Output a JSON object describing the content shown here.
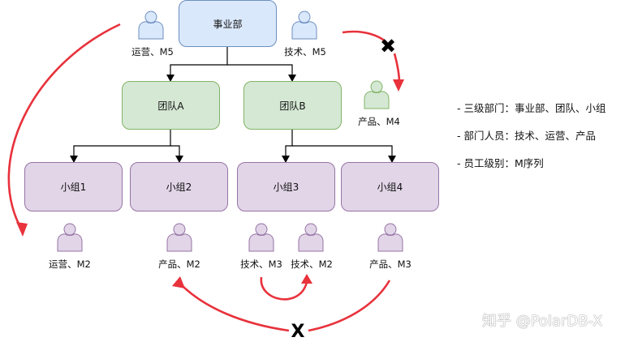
{
  "nodes": {
    "root": {
      "label": "事业部",
      "color": "#dae8fc"
    },
    "team_a": {
      "label": "团队A",
      "color": "#d5e8d4"
    },
    "team_b": {
      "label": "团队B",
      "color": "#d5e8d4"
    },
    "group_1": {
      "label": "小组1",
      "color": "#e1d5e7"
    },
    "group_2": {
      "label": "小组2",
      "color": "#e1d5e7"
    },
    "group_3": {
      "label": "小组3",
      "color": "#e1d5e7"
    },
    "group_4": {
      "label": "小组4",
      "color": "#e1d5e7"
    }
  },
  "people": {
    "root_ops": {
      "label": "运营、M5",
      "color": "blue"
    },
    "root_tech": {
      "label": "技术、M5",
      "color": "blue"
    },
    "team_b_product": {
      "label": "产品、M4",
      "color": "green"
    },
    "group1_ops": {
      "label": "运营、M2",
      "color": "purple"
    },
    "group2_product": {
      "label": "产品、M2",
      "color": "purple"
    },
    "group3_tech_m3": {
      "label": "技术、M3",
      "color": "purple"
    },
    "group3_tech_m2": {
      "label": "技术、M2",
      "color": "purple"
    },
    "group4_product": {
      "label": "产品、M3",
      "color": "purple"
    }
  },
  "legend": [
    "- 三级部门：事业部、团队、小组",
    "- 部门人员：技术、运营、产品",
    "- 员工级别：M序列"
  ],
  "marks": {
    "top_cross": "✖",
    "bottom_cross": "X"
  },
  "colors": {
    "arrow_red": "#e8323c",
    "connector": "#000000"
  },
  "watermark": "知乎 @PolarDB-X"
}
